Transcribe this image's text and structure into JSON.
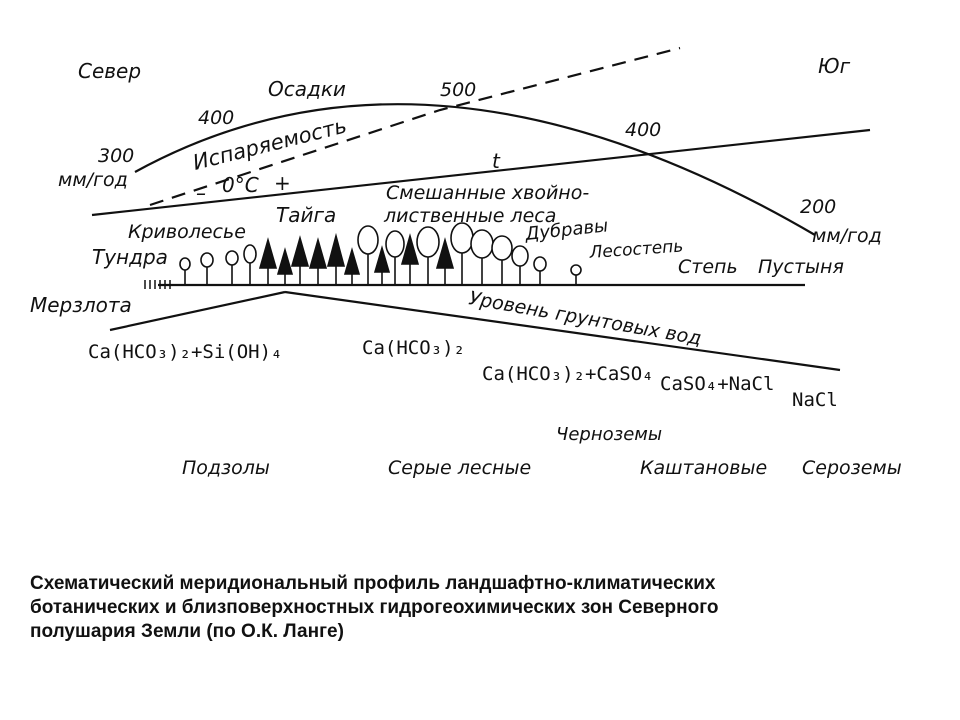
{
  "labels": {
    "north": "Север",
    "south": "Юг",
    "precipitation": "Осадки",
    "evaporation": "Испаряемость",
    "p300": "300",
    "mm_year_left": "мм/год",
    "p400_left": "400",
    "p500": "500",
    "p400_right": "400",
    "p200": "200",
    "mm_year_right": "мм/год",
    "minus": "–",
    "zero_c": "0°C",
    "plus": "+",
    "t": "t",
    "krivolesye": "Криволесье",
    "taiga": "Тайга",
    "mixed_1": "Смешанные хвойно-",
    "mixed_2": "лиственные леса",
    "dubravy": "Дубравы",
    "lesostep": "Лесостепь",
    "tundra": "Тундра",
    "step": "Степь",
    "pustynya": "Пустыня",
    "merzlota": "Мерзлота",
    "groundwater": "Уровень грунтовых вод",
    "chem1": "Ca(HCO₃)₂+Si(OH)₄",
    "chem2": "Ca(HCO₃)₂",
    "chem3": "Ca(HCO₃)₂+CaSO₄",
    "chem4": "CaSO₄+NaCl",
    "chem5": "NaCl",
    "chernozemy": "Черноземы",
    "podzoly": "Подзолы",
    "serye": "Серые лесные",
    "kashtanovye": "Каштановые",
    "serozemy": "Сероземы"
  },
  "caption": {
    "line1": "Схематический меридиональный профиль ландшафтно-климатических",
    "line2": "ботанических и близповерхностных гидрогеохимических зон Северного",
    "line3": "полушария Земли (по О.К. Ланге)"
  }
}
